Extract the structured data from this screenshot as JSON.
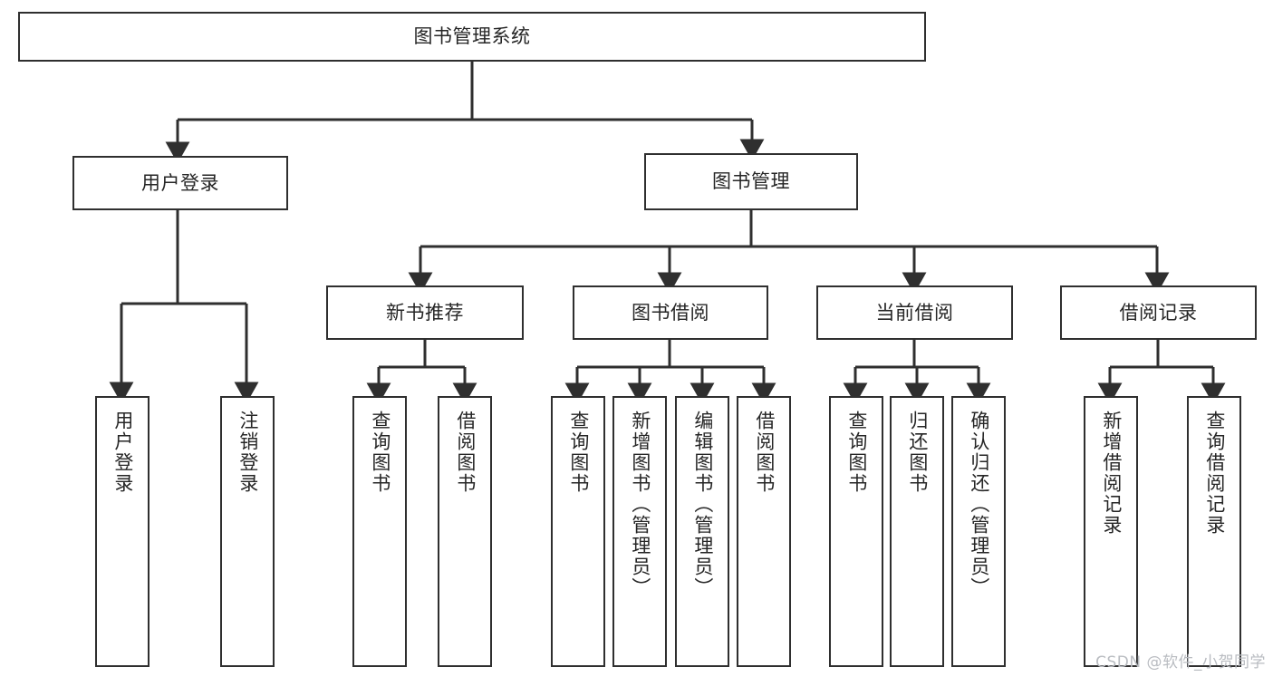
{
  "diagram": {
    "type": "tree-hierarchy",
    "title": "图书管理系统",
    "root": {
      "id": "root",
      "label": "图书管理系统"
    },
    "level2": [
      {
        "id": "user-login",
        "label": "用户登录"
      },
      {
        "id": "book-manage",
        "label": "图书管理"
      }
    ],
    "level3": [
      {
        "id": "new-book-recommend",
        "label": "新书推荐",
        "parent": "book-manage"
      },
      {
        "id": "book-borrow",
        "label": "图书借阅",
        "parent": "book-manage"
      },
      {
        "id": "current-borrow",
        "label": "当前借阅",
        "parent": "book-manage"
      },
      {
        "id": "borrow-record",
        "label": "借阅记录",
        "parent": "book-manage"
      }
    ],
    "leaves": {
      "user_login": [
        {
          "id": "leaf-user-login",
          "label": "用户登录"
        },
        {
          "id": "leaf-logout-login",
          "label": "注销登录"
        }
      ],
      "new_book_recommend": [
        {
          "id": "leaf-query-book-1",
          "label": "查询图书"
        },
        {
          "id": "leaf-borrow-book-1",
          "label": "借阅图书"
        }
      ],
      "book_borrow": [
        {
          "id": "leaf-query-book-2",
          "label": "查询图书"
        },
        {
          "id": "leaf-add-book",
          "label": "新增图书（管理员）"
        },
        {
          "id": "leaf-edit-book",
          "label": "编辑图书（管理员）"
        },
        {
          "id": "leaf-borrow-book-2",
          "label": "借阅图书"
        }
      ],
      "current_borrow": [
        {
          "id": "leaf-query-book-3",
          "label": "查询图书"
        },
        {
          "id": "leaf-return-book",
          "label": "归还图书"
        },
        {
          "id": "leaf-confirm-return",
          "label": "确认归还（管理员）"
        }
      ],
      "borrow_record": [
        {
          "id": "leaf-add-record",
          "label": "新增借阅记录"
        },
        {
          "id": "leaf-query-record",
          "label": "查询借阅记录"
        }
      ]
    }
  },
  "watermark": {
    "text": "CSDN @软件_小贺同学"
  },
  "colors": {
    "border": "#2f2f2f",
    "background": "#ffffff",
    "text": "#262626",
    "watermark": "#b9bcc1"
  }
}
